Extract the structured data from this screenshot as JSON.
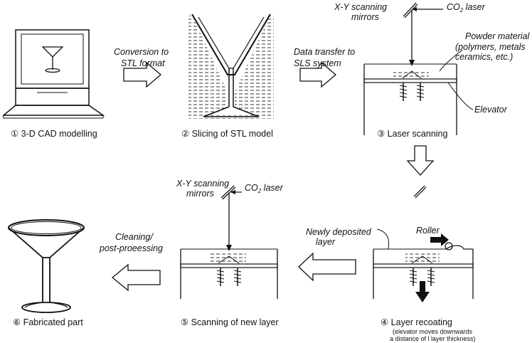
{
  "steps": {
    "s1": "① 3-D CAD modelling",
    "s2": "② Slicing of STL model",
    "s3": "③ Laser scanning",
    "s4": "④ Layer recoating",
    "s4_note1": "(elevator moves downwards",
    "s4_note2": "a distance of l layer thickness)",
    "s5": "⑤ Scanning of new layer",
    "s6": "⑥ Fabricated part"
  },
  "transitions": {
    "t1_line1": "Conversion to",
    "t1_line2": "STL format",
    "t2_line1": "Data transfer to",
    "t2_line2": "SLS system",
    "t3_line1": "Cleaning/",
    "t3_line2": "post-proeessing"
  },
  "labels": {
    "mirrors_line1": "X-Y scanning",
    "mirrors_line2": "mirrors",
    "laser_main": "CO",
    "laser_sub": "2",
    "laser_tail": " laser",
    "powder_line1": "Powder material",
    "powder_line2": "(polymers, metals",
    "powder_line3": "ceramics, etc.)",
    "elevator": "Elevator",
    "newly_line1": "Newly deposited",
    "newly_line2": "layer",
    "roller": "Roller"
  }
}
